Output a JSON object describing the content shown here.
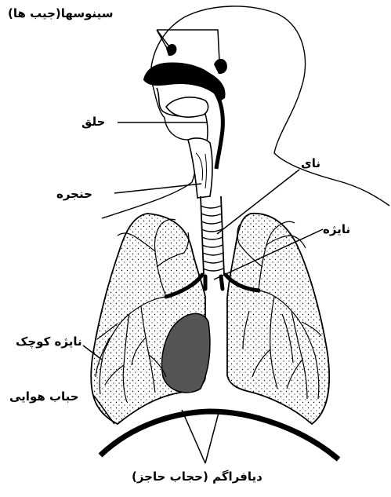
{
  "labels": {
    "sinuses": "سینوسها(جیب ها)",
    "pharynx": "حلق",
    "trachea": "نای",
    "larynx": "حنجره",
    "bronchus": "نایژه",
    "bronchiole": "نایژه کوچک",
    "alveoli": "حباب هوایی",
    "diaphragm": "دیافراگم (حجاب حاجز)"
  },
  "colors": {
    "ink": "#000000",
    "heart": "#555555",
    "paper": "#ffffff"
  }
}
